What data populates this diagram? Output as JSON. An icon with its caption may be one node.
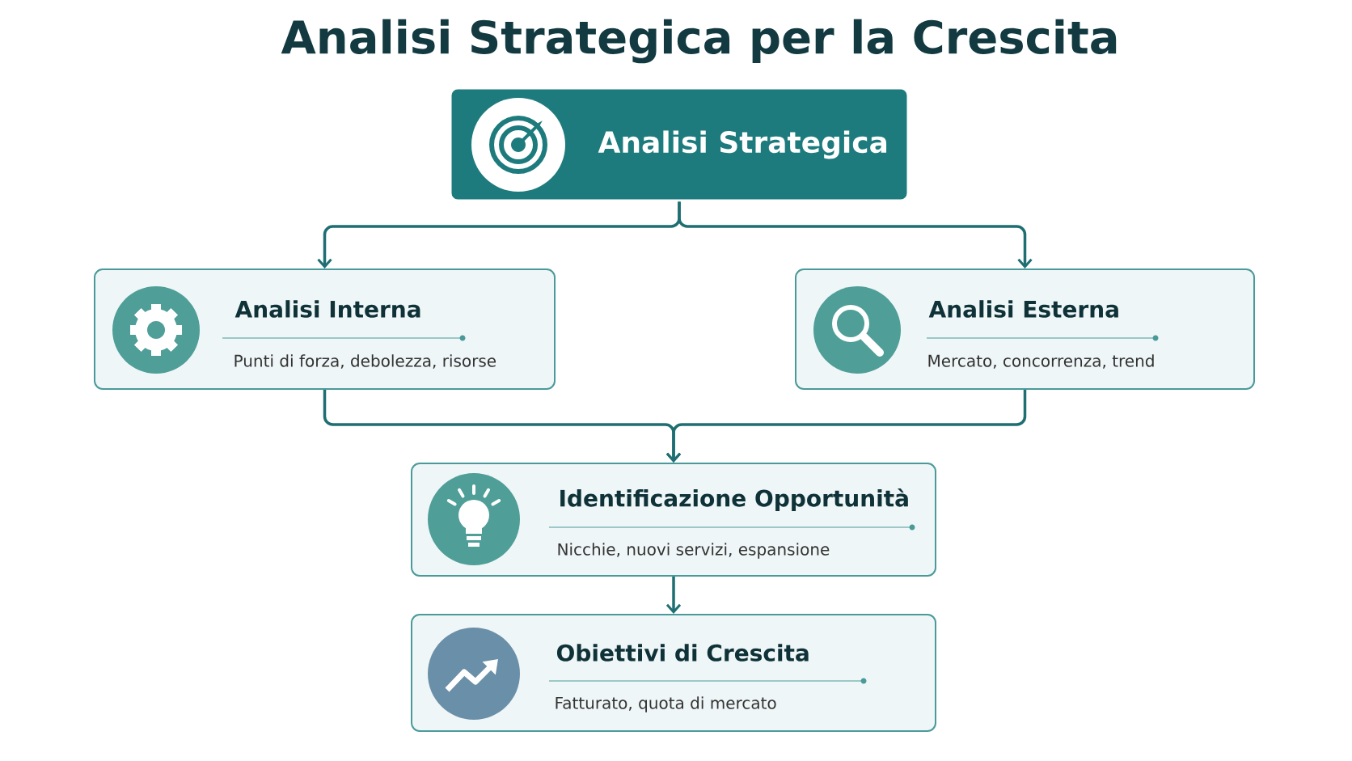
{
  "diagram": {
    "title": "Analisi Strategica per la Crescita",
    "nodes": [
      {
        "text": [
          "Analisi Strategica"
        ]
      },
      {
        "text": [
          "Analisi Interna",
          "Punti di forza, debolezza, risorse"
        ]
      },
      {
        "text": [
          "Analisi Esterna",
          "Mercato, concorrenza, trend"
        ]
      },
      {
        "text": [
          "Identificazione Opportunità",
          "Nicchie, nuovi servizi, espansione"
        ]
      },
      {
        "text": [
          "Obiettivi di Crescita",
          "Fatturato, quota di mercato"
        ]
      }
    ],
    "edges": [
      {
        "from": 0,
        "to": 1,
        "arrow": "to"
      },
      {
        "from": 0,
        "to": 2,
        "arrow": "to"
      },
      {
        "from": 1,
        "to": 3,
        "arrow": "to"
      },
      {
        "from": 2,
        "to": 3,
        "arrow": "to"
      },
      {
        "from": 3,
        "to": 4,
        "arrow": "to"
      }
    ]
  }
}
